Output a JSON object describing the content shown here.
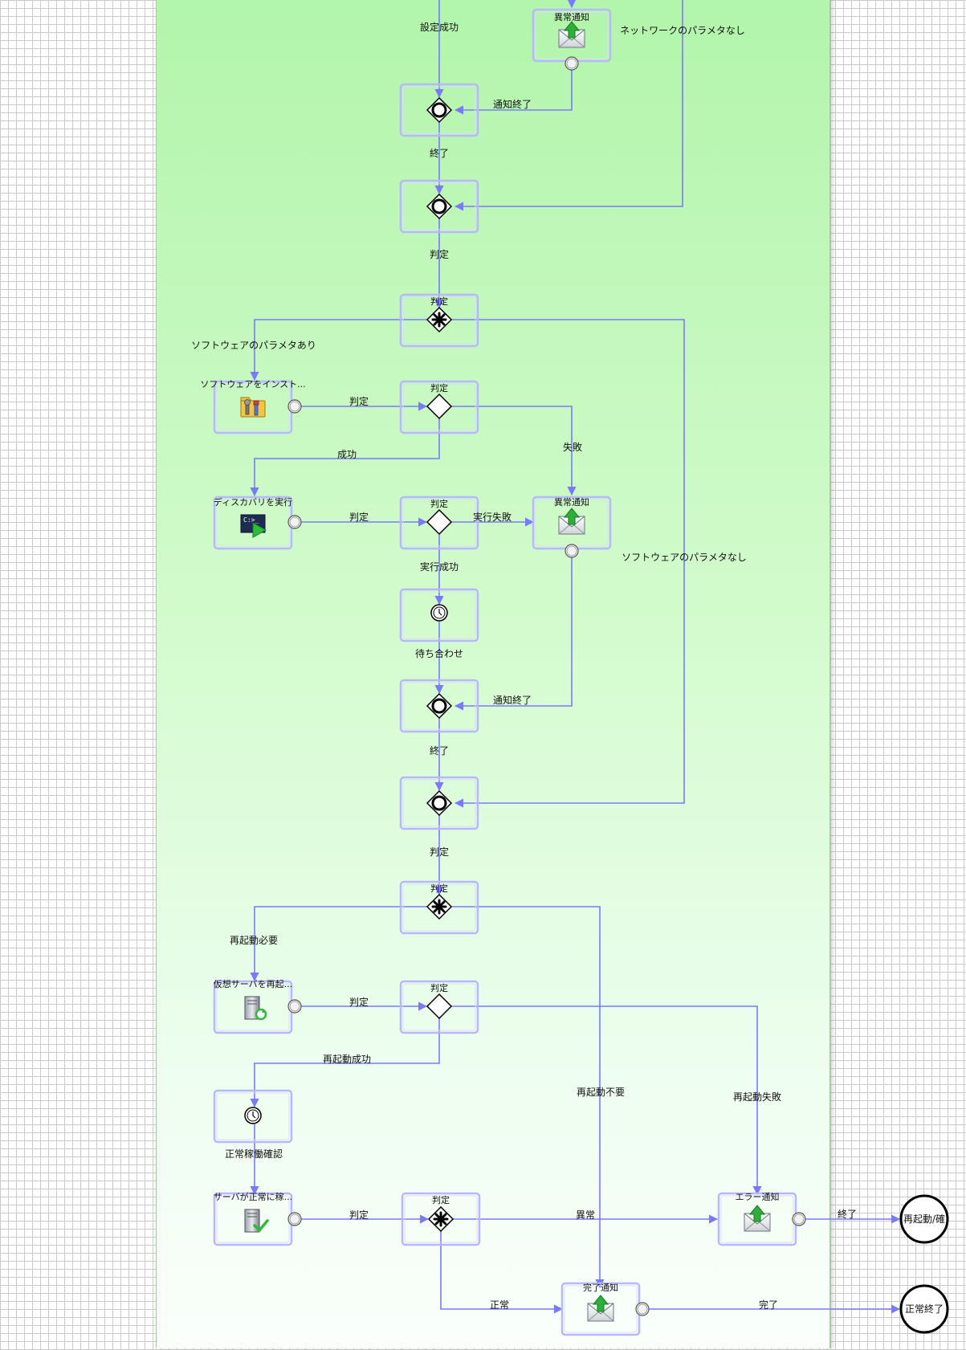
{
  "nodes": {
    "notify_err_1": "異常通知",
    "judge_4": "判定",
    "install_sw": "ソフトウェアをインスト...",
    "judge_5": "判定",
    "discovery": "ディスカバリを実行",
    "judge_6": "判定",
    "notify_err_2": "異常通知",
    "judge_9": "判定",
    "reboot_vm": "仮想サーバを再起...",
    "judge_10": "判定",
    "server_ok": "サーバが正常に稼...",
    "judge_12": "判定",
    "error_notify": "エラー通知",
    "done_notify": "完了通知"
  },
  "end_nodes": {
    "reboot_end": "再起動/確",
    "normal_end": "正常終了"
  },
  "edge_labels": {
    "e_set_success": "設定成功",
    "e_notify_done_1": "通知終了",
    "e_no_network_param": "ネットワークのパラメタなし",
    "e_end_1": "終了",
    "e_judge_1": "判定",
    "e_sw_param_yes": "ソフトウェアのパラメタあり",
    "e_judge_2": "判定",
    "e_success": "成功",
    "e_fail": "失敗",
    "e_judge_3": "判定",
    "e_exec_fail": "実行失敗",
    "e_exec_success": "実行成功",
    "e_sw_param_no": "ソフトウェアのパラメタなし",
    "e_wait_join": "待ち合わせ",
    "e_notify_done_2": "通知終了",
    "e_end_2": "終了",
    "e_judge_4": "判定",
    "e_reboot_needed": "再起動必要",
    "e_judge_5": "判定",
    "e_reboot_success": "再起動成功",
    "e_reboot_not_needed": "再起動不要",
    "e_reboot_fail": "再起動失敗",
    "e_normal_check": "正常稼働確認",
    "e_judge_6": "判定",
    "e_abnormal": "異常",
    "e_end_3": "終了",
    "e_normal": "正常",
    "e_complete": "完了"
  },
  "icons": {
    "mail": "mail-upload-icon",
    "install": "software-install-icon",
    "console": "console-execute-icon",
    "timer": "timer-icon",
    "merge": "merge-gateway-icon",
    "complex": "complex-gateway-icon",
    "decision": "decision-gateway-icon",
    "reboot": "server-reboot-icon",
    "server_check": "server-check-icon",
    "port": "output-port-icon"
  },
  "colors": {
    "lane_top": "#b2f5ab",
    "lane_bottom": "#fafffb",
    "node_border": "#b7b8ff",
    "connector": "#7a7aff"
  }
}
